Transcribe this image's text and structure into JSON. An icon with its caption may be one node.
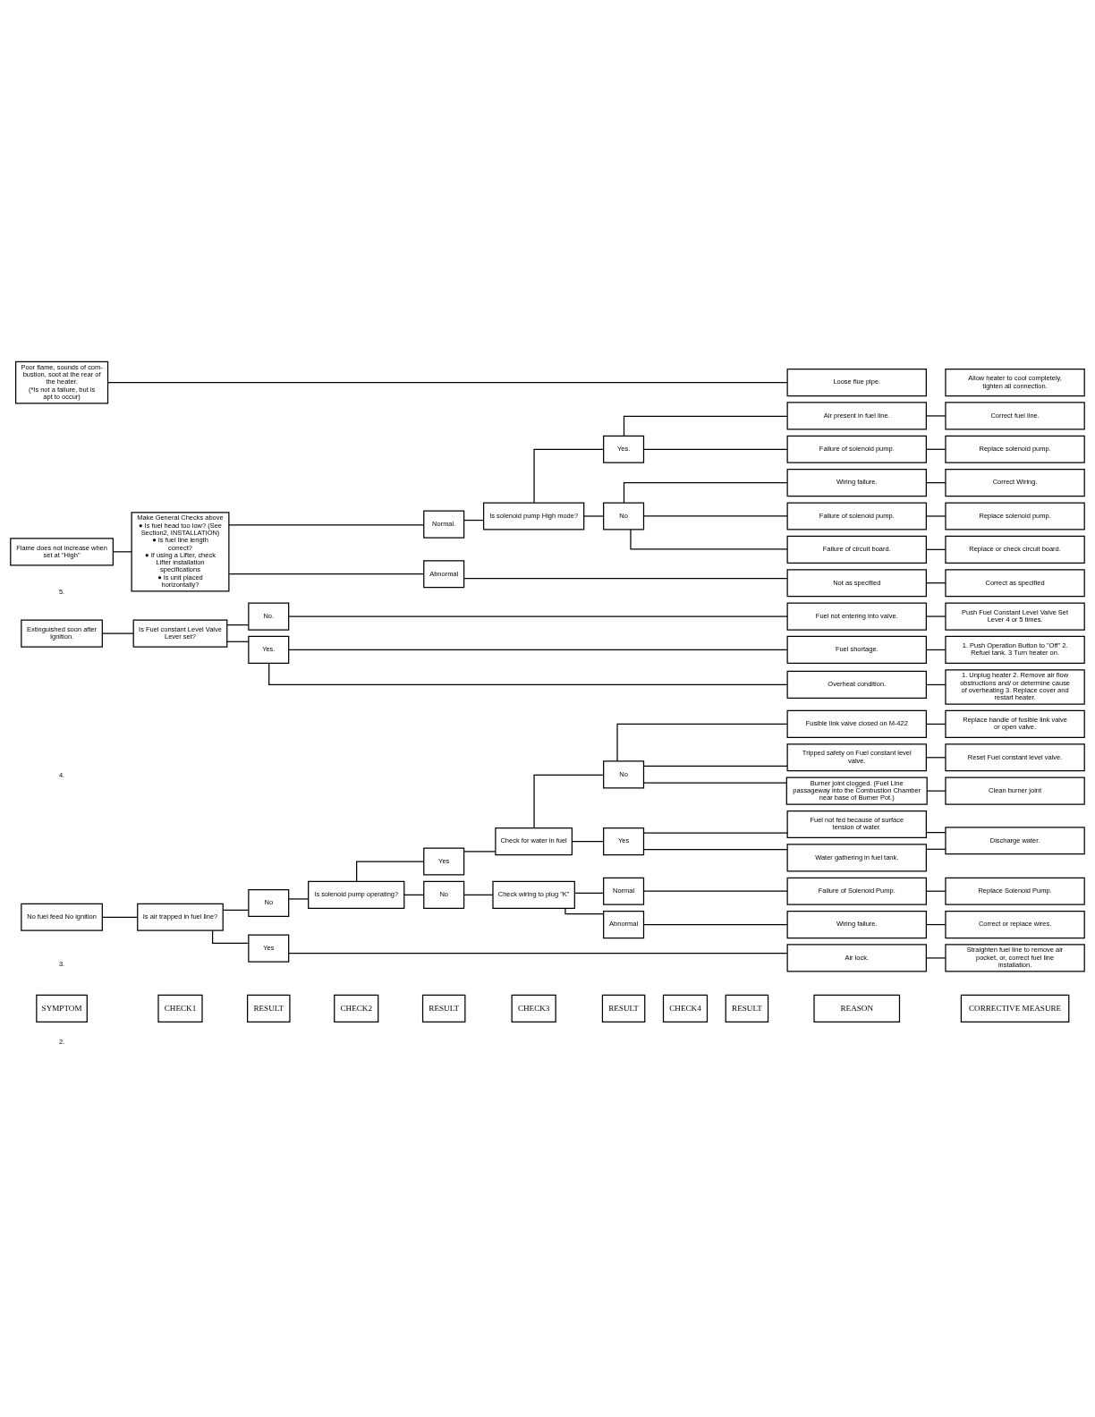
{
  "diagram": {
    "nodes": [
      {
        "text": [
          "SYMPTOM"
        ]
      },
      {
        "text": [
          "CHECK1"
        ]
      },
      {
        "text": [
          "RESULT"
        ]
      },
      {
        "text": [
          "CHECK2"
        ]
      },
      {
        "text": [
          "RESULT"
        ]
      },
      {
        "text": [
          "CHECK3"
        ]
      },
      {
        "text": [
          "RESULT"
        ]
      },
      {
        "text": [
          "CHECK4"
        ]
      },
      {
        "text": [
          "RESULT"
        ]
      },
      {
        "text": [
          "REASON"
        ]
      },
      {
        "text": [
          "CORRECTIVE MEASURE"
        ]
      },
      {
        "text": [
          "No fuel feed No ignition"
        ]
      },
      {
        "text": [
          "Is air trapped in fuel line?"
        ]
      },
      {
        "text": [
          "No"
        ]
      },
      {
        "text": [
          "Is solenoid pump operating?"
        ]
      },
      {
        "text": [
          "Yes"
        ]
      },
      {
        "text": [
          "Check for water in fuel"
        ]
      },
      {
        "text": [
          "No"
        ]
      },
      {
        "text": [
          "Fusible link valve closed on M-422"
        ]
      },
      {
        "text": [
          "Tripped safety on Fuel constant level valve."
        ]
      },
      {
        "text": [
          "Burner joint clogged. (Fuel Line passageway into the Combustion Chamber near base of Burner Pot.)"
        ]
      },
      {
        "text": [
          "Replace handle of fusible link valve or open valve."
        ]
      },
      {
        "text": [
          "Reset Fuel constant level valve."
        ]
      },
      {
        "text": [
          "Clean burner joint"
        ]
      },
      {
        "text": [
          "Yes"
        ]
      },
      {
        "text": [
          "Fuel not fed because of surface tension of water."
        ]
      },
      {
        "text": [
          "Water gathering in fuel tank."
        ]
      },
      {
        "text": [
          "Discharge water."
        ]
      },
      {
        "text": [
          "No"
        ]
      },
      {
        "text": [
          "Check wiring to plug \"K\""
        ]
      },
      {
        "text": [
          "Normal"
        ]
      },
      {
        "text": [
          "Abnormal"
        ]
      },
      {
        "text": [
          "Failure of Solenoid Pump."
        ]
      },
      {
        "text": [
          "Replace Solenoid Pump."
        ]
      },
      {
        "text": [
          "Wiring failure."
        ]
      },
      {
        "text": [
          "Correct or replace wires."
        ]
      },
      {
        "text": [
          "Yes"
        ]
      },
      {
        "text": [
          "Air lock."
        ]
      },
      {
        "text": [
          "Straighten fuel line to remove air pocket, or, correct fuel line installation."
        ]
      },
      {
        "text": [
          "Extinguished soon after Ignition."
        ]
      },
      {
        "text": [
          "Is Fuel constant Level Valve Lever set?"
        ]
      },
      {
        "text": [
          "No."
        ]
      },
      {
        "text": [
          "Fuel not entering into valve."
        ]
      },
      {
        "text": [
          "Push Fuel Constant Level Valve Set Lever 4 or 5 times."
        ]
      },
      {
        "text": [
          "Yes."
        ]
      },
      {
        "text": [
          "Fuel shortage."
        ]
      },
      {
        "text": [
          "1. Push Operation Button to \"Off\" 2. Refuel tank. 3 Turn heater on."
        ]
      },
      {
        "text": [
          "Overheat condition."
        ]
      },
      {
        "text": [
          "1. Unplug heater 2. Remove air flow obstructions and/ or determine cause of overheating 3. Replace cover and restart heater."
        ]
      },
      {
        "text": [
          "Flame does not increase when set at \"High\""
        ]
      },
      {
        "text": [
          "Make General Checks above",
          "● Is fuel head too low? (See Section2, INSTALLATION)",
          "● Is fuel line length correct?",
          "● If using a Lifter, check Lifter installation specifications",
          "● Is unit placed horizontally?"
        ]
      },
      {
        "text": [
          "Normal."
        ]
      },
      {
        "text": [
          "Is solenoid pump High mode?"
        ]
      },
      {
        "text": [
          "Yes."
        ]
      },
      {
        "text": [
          "Air present in fuel line."
        ]
      },
      {
        "text": [
          "Correct fuel line."
        ]
      },
      {
        "text": [
          "Failure of solenoid pump."
        ]
      },
      {
        "text": [
          "Replace solenoid pump."
        ]
      },
      {
        "text": [
          "No"
        ]
      },
      {
        "text": [
          "Wiring failure."
        ]
      },
      {
        "text": [
          "Correct Wiring."
        ]
      },
      {
        "text": [
          "Failure of solenoid pump."
        ]
      },
      {
        "text": [
          "Replace solenoid pump."
        ]
      },
      {
        "text": [
          "Failure of circuit board."
        ]
      },
      {
        "text": [
          "Replace or check circuit board."
        ]
      },
      {
        "text": [
          "Abnormal"
        ]
      },
      {
        "text": [
          "Not as specified"
        ]
      },
      {
        "text": [
          "Correct as specified"
        ]
      },
      {
        "text": [
          "Poor flame, sounds of com- bustion, soot at the rear of the heater.",
          "(*Is not a failure, but is apt to occur)"
        ]
      },
      {
        "text": [
          "Loose flue pipe."
        ]
      },
      {
        "text": [
          "Allow heater to cool completely, tighten all connection."
        ]
      }
    ],
    "edges": [
      {
        "from": 11,
        "to": 12,
        "arrow": "none"
      },
      {
        "from": 12,
        "to": 13,
        "arrow": "none"
      },
      {
        "from": 12,
        "to": 36,
        "arrow": "none"
      },
      {
        "from": 13,
        "to": 14,
        "arrow": "none"
      },
      {
        "from": 14,
        "to": 15,
        "arrow": "none"
      },
      {
        "from": 14,
        "to": 28,
        "arrow": "none"
      },
      {
        "from": 15,
        "to": 16,
        "arrow": "none"
      },
      {
        "from": 16,
        "to": 17,
        "arrow": "none"
      },
      {
        "from": 16,
        "to": 24,
        "arrow": "none"
      },
      {
        "from": 17,
        "to": 18,
        "arrow": "none"
      },
      {
        "from": 17,
        "to": 19,
        "arrow": "none"
      },
      {
        "from": 17,
        "to": 20,
        "arrow": "none"
      },
      {
        "from": 18,
        "to": 21,
        "arrow": "none"
      },
      {
        "from": 19,
        "to": 22,
        "arrow": "none"
      },
      {
        "from": 20,
        "to": 23,
        "arrow": "none"
      },
      {
        "from": 24,
        "to": 25,
        "arrow": "none"
      },
      {
        "from": 24,
        "to": 26,
        "arrow": "none"
      },
      {
        "from": 25,
        "to": 27,
        "arrow": "none"
      },
      {
        "from": 26,
        "to": 27,
        "arrow": "none"
      },
      {
        "from": 28,
        "to": 29,
        "arrow": "none"
      },
      {
        "from": 29,
        "to": 30,
        "arrow": "none"
      },
      {
        "from": 29,
        "to": 31,
        "arrow": "none"
      },
      {
        "from": 30,
        "to": 32,
        "arrow": "none"
      },
      {
        "from": 31,
        "to": 34,
        "arrow": "none"
      },
      {
        "from": 32,
        "to": 33,
        "arrow": "none"
      },
      {
        "from": 34,
        "to": 35,
        "arrow": "none"
      },
      {
        "from": 36,
        "to": 37,
        "arrow": "none"
      },
      {
        "from": 37,
        "to": 38,
        "arrow": "none"
      },
      {
        "from": 39,
        "to": 40,
        "arrow": "none"
      },
      {
        "from": 40,
        "to": 41,
        "arrow": "none"
      },
      {
        "from": 40,
        "to": 44,
        "arrow": "none"
      },
      {
        "from": 41,
        "to": 42,
        "arrow": "none"
      },
      {
        "from": 42,
        "to": 43,
        "arrow": "none"
      },
      {
        "from": 44,
        "to": 45,
        "arrow": "none"
      },
      {
        "from": 44,
        "to": 47,
        "arrow": "none"
      },
      {
        "from": 45,
        "to": 46,
        "arrow": "none"
      },
      {
        "from": 47,
        "to": 48,
        "arrow": "none"
      },
      {
        "from": 49,
        "to": 50,
        "arrow": "none"
      },
      {
        "from": 50,
        "to": 51,
        "arrow": "none"
      },
      {
        "from": 50,
        "to": 65,
        "arrow": "none"
      },
      {
        "from": 51,
        "to": 52,
        "arrow": "none"
      },
      {
        "from": 52,
        "to": 53,
        "arrow": "none"
      },
      {
        "from": 52,
        "to": 58,
        "arrow": "none"
      },
      {
        "from": 53,
        "to": 54,
        "arrow": "none"
      },
      {
        "from": 53,
        "to": 56,
        "arrow": "none"
      },
      {
        "from": 54,
        "to": 55,
        "arrow": "none"
      },
      {
        "from": 56,
        "to": 57,
        "arrow": "none"
      },
      {
        "from": 58,
        "to": 59,
        "arrow": "none"
      },
      {
        "from": 58,
        "to": 61,
        "arrow": "none"
      },
      {
        "from": 58,
        "to": 63,
        "arrow": "none"
      },
      {
        "from": 59,
        "to": 60,
        "arrow": "none"
      },
      {
        "from": 61,
        "to": 62,
        "arrow": "none"
      },
      {
        "from": 63,
        "to": 64,
        "arrow": "none"
      },
      {
        "from": 65,
        "to": 66,
        "arrow": "none"
      },
      {
        "from": 66,
        "to": 67,
        "arrow": "none"
      },
      {
        "from": 68,
        "to": 69,
        "arrow": "none"
      }
    ],
    "labels": [
      "2.",
      "3.",
      "4.",
      "5."
    ]
  }
}
